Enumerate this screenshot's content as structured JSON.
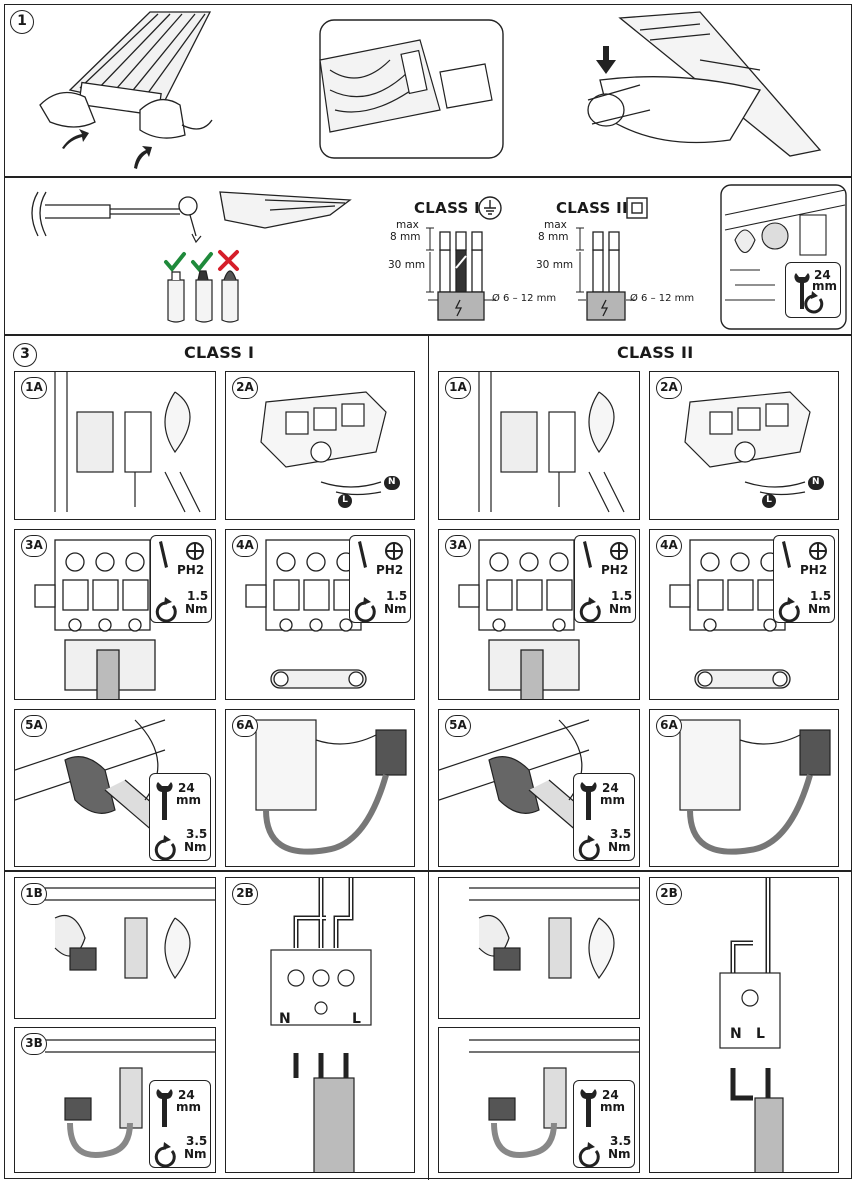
{
  "steps": {
    "s1": "1",
    "s3": "3"
  },
  "class_labels": {
    "class1": "CLASS I",
    "class2": "CLASS II"
  },
  "dims": {
    "max": "max",
    "max_len": "8 mm",
    "strip_len": "30 mm",
    "diameter": "Ø 6 – 12 mm"
  },
  "panels": {
    "p1a": "1A",
    "p2a": "2A",
    "p3a": "3A",
    "p4a": "4A",
    "p5a": "5A",
    "p6a": "6A",
    "p1b": "1B",
    "p2b": "2B",
    "p3b": "3B"
  },
  "tools": {
    "wrench_size": "24",
    "wrench_unit": "mm",
    "driver": "PH2",
    "torque_terminal": "1.5",
    "torque_gland": "3.5",
    "torque_unit": "Nm"
  },
  "wires": {
    "l": "L",
    "n": "N"
  },
  "icons": [
    "arrow-up-icon",
    "arrow-down-icon",
    "check-icon",
    "cross-icon",
    "ground-icon",
    "class2-icon",
    "wrench-icon",
    "screwdriver-icon",
    "phillips-icon",
    "rotate-icon",
    "lightning-icon"
  ],
  "colors": {
    "check": "#1f8a3b",
    "cross": "#d61e2a",
    "line": "#222222",
    "grey": "#9a9a9a",
    "light": "#d8d8d8"
  }
}
